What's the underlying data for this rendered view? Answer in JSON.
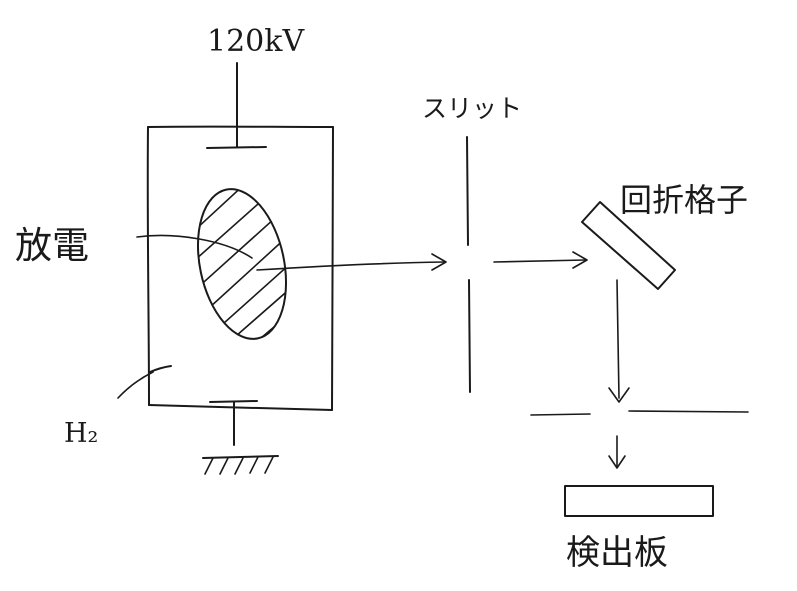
{
  "labels": {
    "voltage": "120kV",
    "slit": "スリット",
    "grating": "回折格子",
    "discharge": "放電",
    "gas": "H₂",
    "detector": "検出板"
  }
}
